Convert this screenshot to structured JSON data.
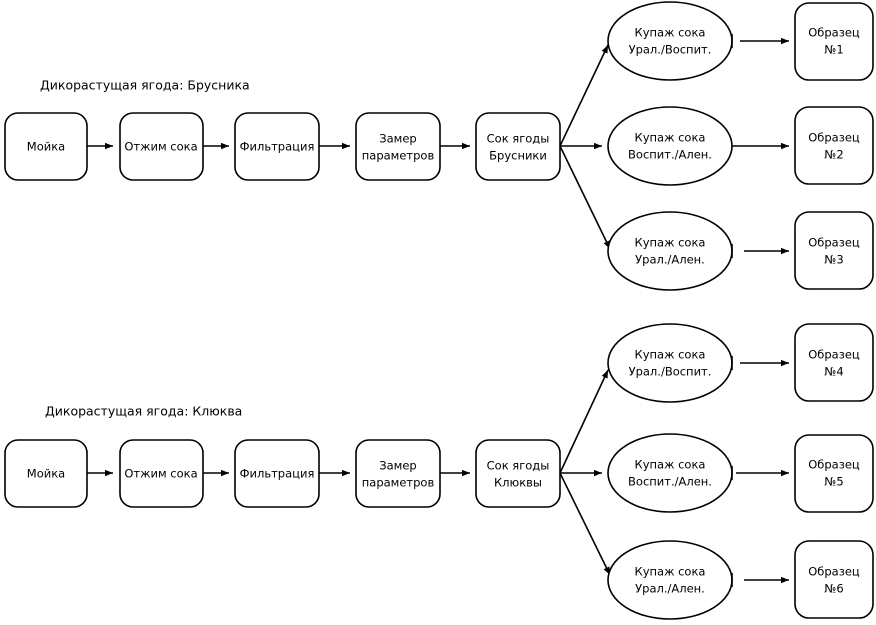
{
  "diagram": {
    "title_top": "Дикорастущая ягода: Брусника",
    "title_bottom": "Дикорастущая ягода: Клюква",
    "colors": {
      "stroke": "#000000",
      "fill": "#ffffff",
      "text": "#000000"
    },
    "branches": [
      {
        "id": "brusnika",
        "label": "Дикорастущая ягода: Брусника",
        "process": [
          {
            "id": "wash-1",
            "line1": "Мойка",
            "line2": ""
          },
          {
            "id": "press-1",
            "line1": "Отжим сока",
            "line2": ""
          },
          {
            "id": "filter-1",
            "line1": "Фильтрация",
            "line2": ""
          },
          {
            "id": "measure-1",
            "line1": "Замер",
            "line2": "параметров"
          },
          {
            "id": "juice-1",
            "line1": "Сок ягоды",
            "line2": "Брусники"
          }
        ],
        "blends": [
          {
            "id": "blend-1",
            "line1": "Купаж сока",
            "line2": "Урал./Воспит."
          },
          {
            "id": "blend-2",
            "line1": "Купаж сока",
            "line2": "Воспит./Ален."
          },
          {
            "id": "blend-3",
            "line1": "Купаж сока",
            "line2": "Урал./Ален."
          }
        ],
        "samples": [
          {
            "id": "sample-1",
            "line1": "Образец",
            "line2": "№1"
          },
          {
            "id": "sample-2",
            "line1": "Образец",
            "line2": "№2"
          },
          {
            "id": "sample-3",
            "line1": "Образец",
            "line2": "№3"
          }
        ]
      },
      {
        "id": "klyukva",
        "label": "Дикорастущая ягода: Клюква",
        "process": [
          {
            "id": "wash-2",
            "line1": "Мойка",
            "line2": ""
          },
          {
            "id": "press-2",
            "line1": "Отжим сока",
            "line2": ""
          },
          {
            "id": "filter-2",
            "line1": "Фильтрация",
            "line2": ""
          },
          {
            "id": "measure-2",
            "line1": "Замер",
            "line2": "параметров"
          },
          {
            "id": "juice-2",
            "line1": "Сок ягоды",
            "line2": "Клюквы"
          }
        ],
        "blends": [
          {
            "id": "blend-4",
            "line1": "Купаж сока",
            "line2": "Урал./Воспит."
          },
          {
            "id": "blend-5",
            "line1": "Купаж сока",
            "line2": "Воспит./Ален."
          },
          {
            "id": "blend-6",
            "line1": "Купаж сока",
            "line2": "Урал./Ален."
          }
        ],
        "samples": [
          {
            "id": "sample-4",
            "line1": "Образец",
            "line2": "№4"
          },
          {
            "id": "sample-5",
            "line1": "Образец",
            "line2": "№5"
          },
          {
            "id": "sample-6",
            "line1": "Образец",
            "line2": "№6"
          }
        ]
      }
    ]
  }
}
